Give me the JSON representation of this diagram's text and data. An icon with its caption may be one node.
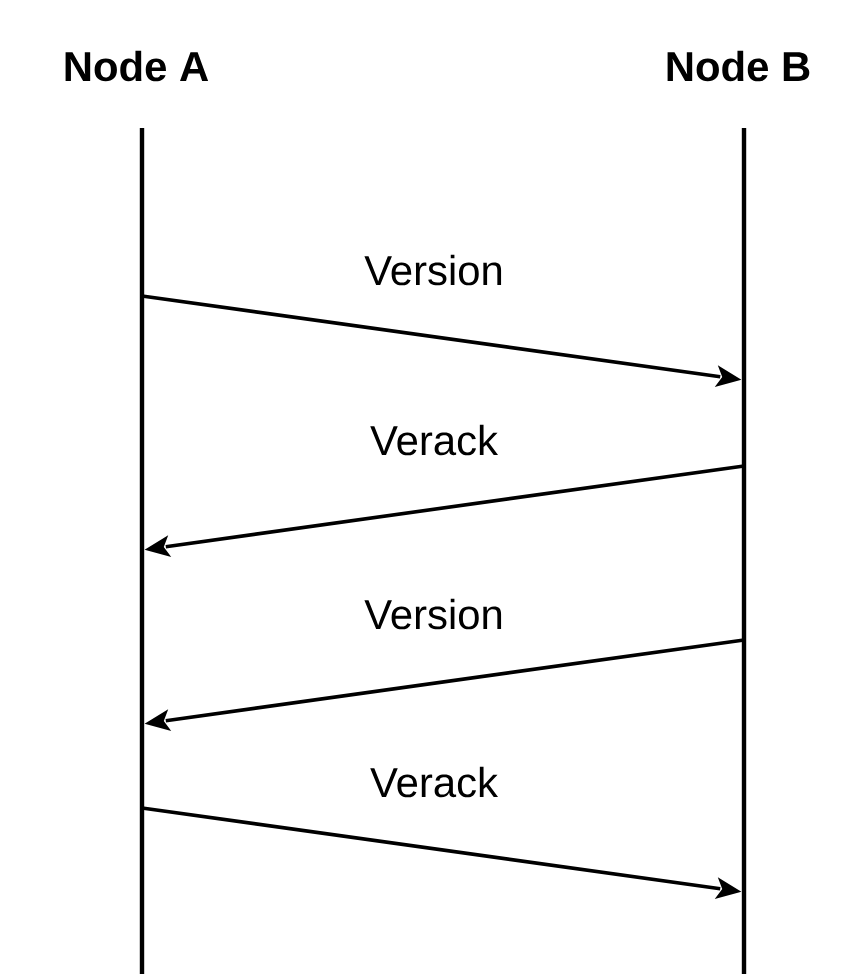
{
  "diagram": {
    "nodes": [
      {
        "text": [
          "Node A"
        ]
      },
      {
        "text": [
          "Node B"
        ]
      }
    ],
    "edges": [
      {
        "from": 0,
        "to": 1,
        "arrow": "to",
        "label": "Version"
      },
      {
        "from": 1,
        "to": 0,
        "arrow": "to",
        "label": "Verack"
      },
      {
        "from": 1,
        "to": 0,
        "arrow": "to",
        "label": "Version"
      },
      {
        "from": 0,
        "to": 1,
        "arrow": "to",
        "label": "Verack"
      }
    ]
  }
}
